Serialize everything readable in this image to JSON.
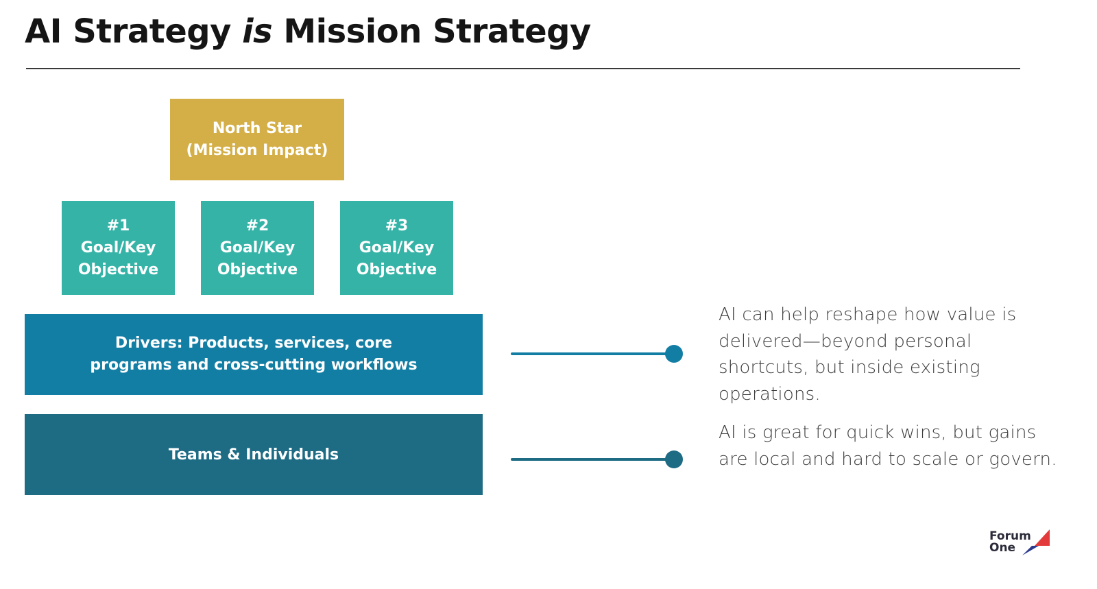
{
  "slide": {
    "title_part1": "AI Strategy ",
    "title_emphasis": "is",
    "title_part2": " Mission Strategy"
  },
  "diagram": {
    "north_star": {
      "line1": "North Star",
      "line2": "(Mission Impact)"
    },
    "goals": [
      {
        "number": "#1",
        "line1": "Goal/Key",
        "line2": "Objective"
      },
      {
        "number": "#2",
        "line1": "Goal/Key",
        "line2": "Objective"
      },
      {
        "number": "#3",
        "line1": "Goal/Key",
        "line2": "Objective"
      }
    ],
    "drivers": "Drivers: Products, services, core programs and cross-cutting workflows",
    "teams": "Teams & Individuals"
  },
  "notes": [
    "AI can help reshape how value is delivered—beyond personal shortcuts, but inside existing operations.",
    "AI is great for quick wins, but gains are local and hard to scale or govern."
  ],
  "logo": {
    "line1": "Forum",
    "line2": "One"
  },
  "colors": {
    "north_star": "#d4af47",
    "goal": "#35b3a7",
    "drivers": "#137ea4",
    "teams": "#1e6b84",
    "connector": "#137ea4",
    "connector_lower": "#1e6b84",
    "logo_red": "#e33b3b",
    "logo_navy": "#2b3a8c"
  }
}
